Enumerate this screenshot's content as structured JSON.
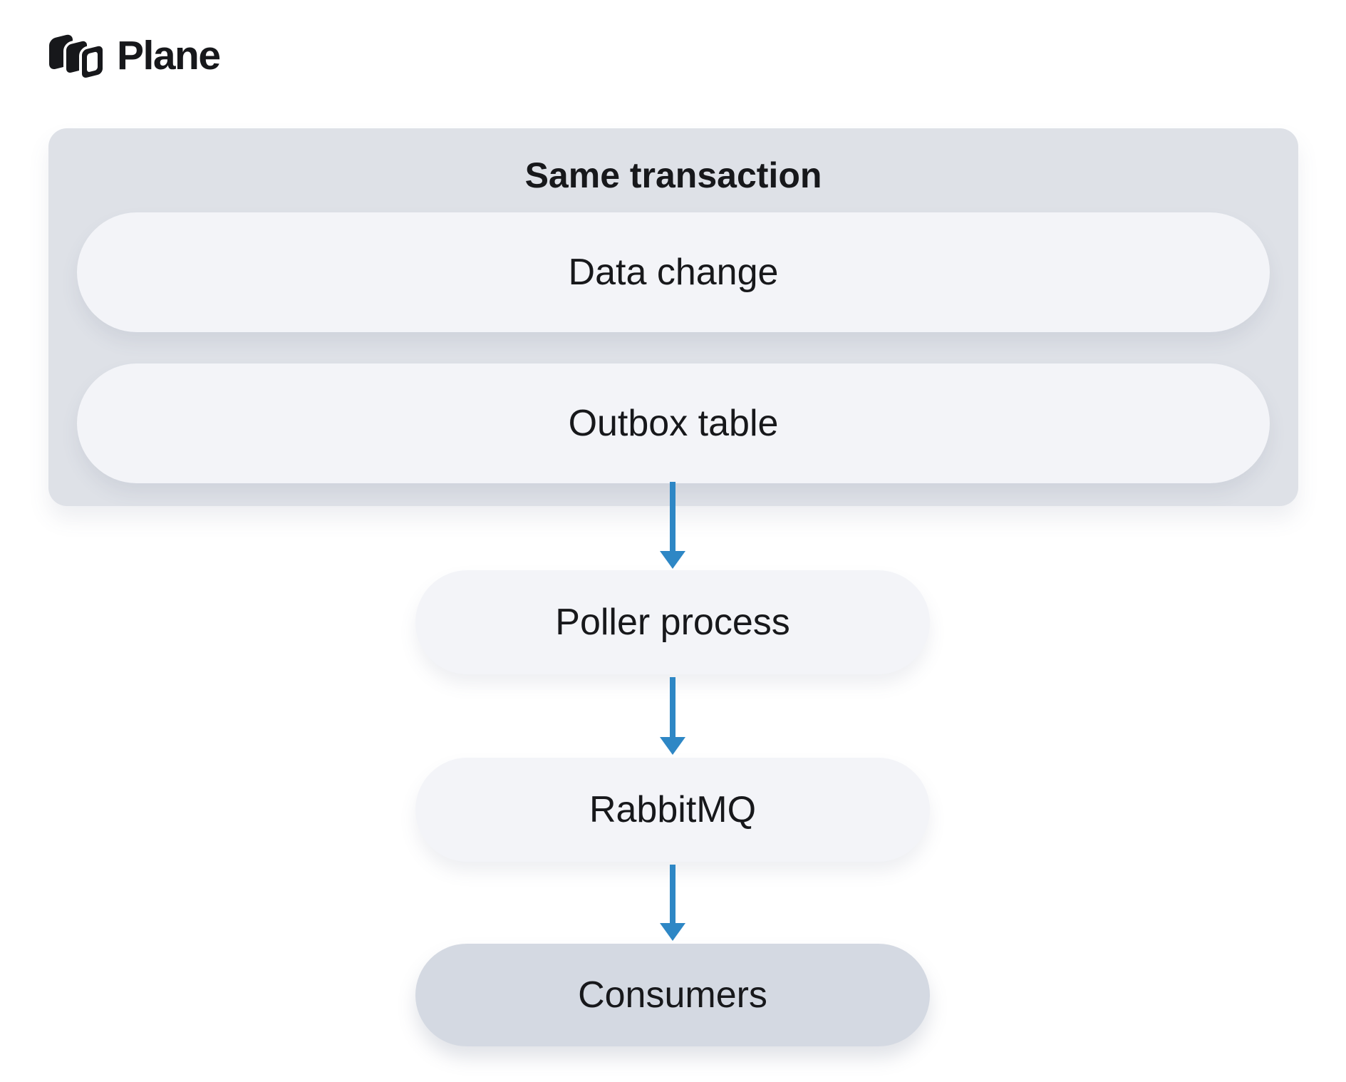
{
  "logo": {
    "brand": "Plane",
    "icon": "plane-logo-icon"
  },
  "diagram": {
    "group": {
      "title": "Same transaction",
      "nodes": [
        {
          "id": "data-change",
          "label": "Data change"
        },
        {
          "id": "outbox-table",
          "label": "Outbox table"
        }
      ]
    },
    "nodes": [
      {
        "id": "poller-process",
        "label": "Poller process"
      },
      {
        "id": "rabbitmq",
        "label": "RabbitMQ"
      },
      {
        "id": "consumers",
        "label": "Consumers",
        "emphasized": true
      }
    ],
    "edges": [
      {
        "from": "outbox-table",
        "to": "poller-process"
      },
      {
        "from": "poller-process",
        "to": "rabbitmq"
      },
      {
        "from": "rabbitmq",
        "to": "consumers"
      }
    ]
  },
  "colors": {
    "group_bg": "#dee1e7",
    "node_bg": "#f3f4f8",
    "consumers_bg": "#d4d9e2",
    "arrow": "#2e87c5",
    "text": "#17181b",
    "logo": "#17181b"
  }
}
